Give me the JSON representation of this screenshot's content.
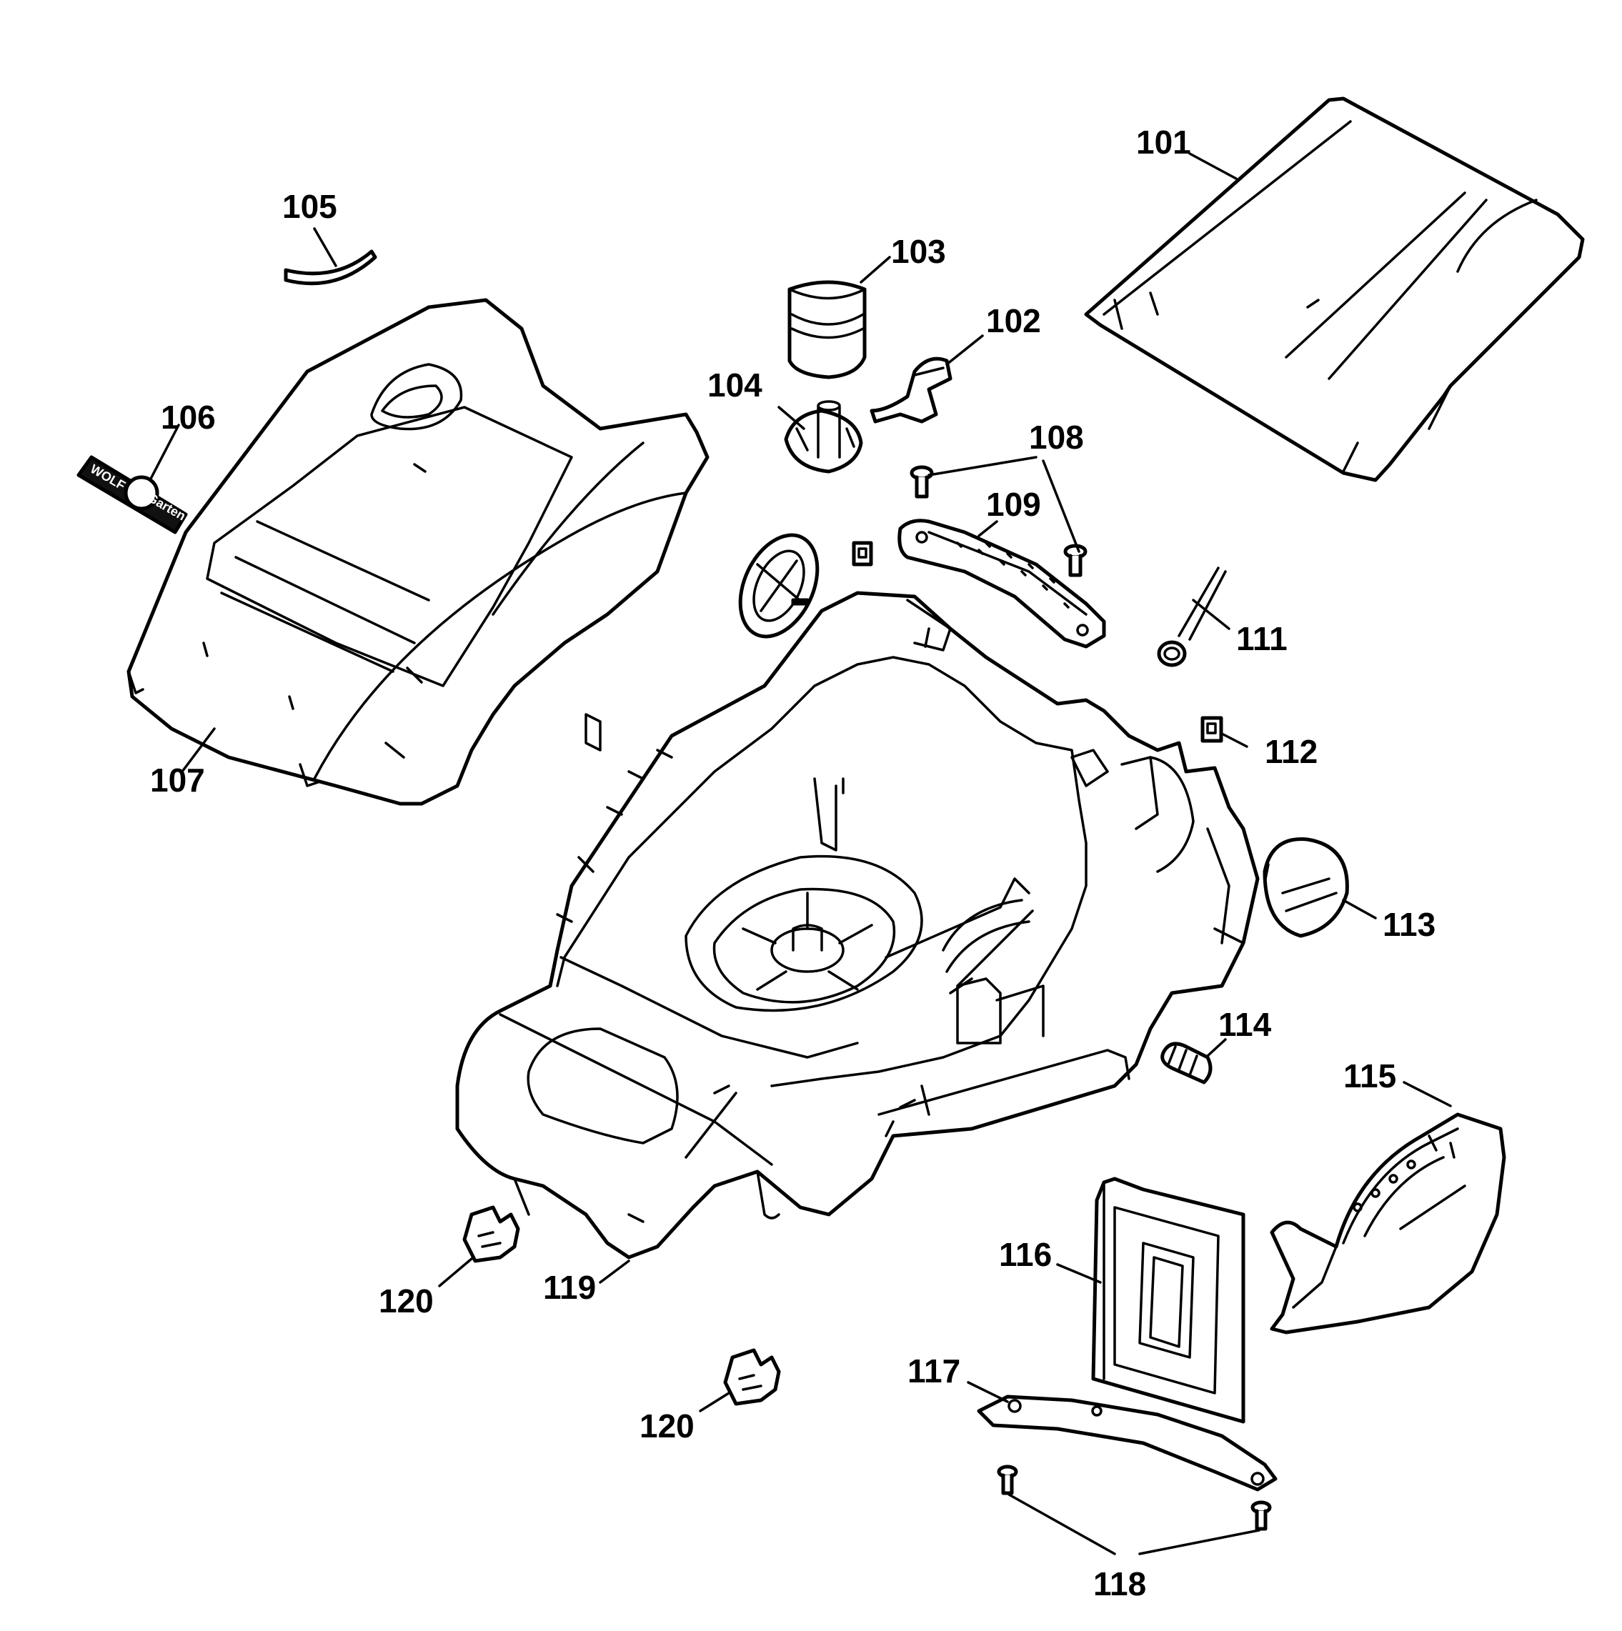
{
  "diagram": {
    "type": "exploded-parts-diagram",
    "callouts": [
      {
        "id": "101",
        "label": "101"
      },
      {
        "id": "102",
        "label": "102"
      },
      {
        "id": "103",
        "label": "103"
      },
      {
        "id": "104",
        "label": "104"
      },
      {
        "id": "105",
        "label": "105"
      },
      {
        "id": "106",
        "label": "106"
      },
      {
        "id": "107",
        "label": "107"
      },
      {
        "id": "108",
        "label": "108"
      },
      {
        "id": "109",
        "label": "109"
      },
      {
        "id": "111",
        "label": "111"
      },
      {
        "id": "112",
        "label": "112"
      },
      {
        "id": "113",
        "label": "113"
      },
      {
        "id": "114",
        "label": "114"
      },
      {
        "id": "115",
        "label": "115"
      },
      {
        "id": "116",
        "label": "116"
      },
      {
        "id": "117",
        "label": "117"
      },
      {
        "id": "118",
        "label": "118"
      },
      {
        "id": "119",
        "label": "119"
      },
      {
        "id": "120a",
        "label": "120"
      },
      {
        "id": "120b",
        "label": "120"
      }
    ],
    "logo": {
      "line1": "WOLF",
      "line2": "Garten"
    }
  }
}
